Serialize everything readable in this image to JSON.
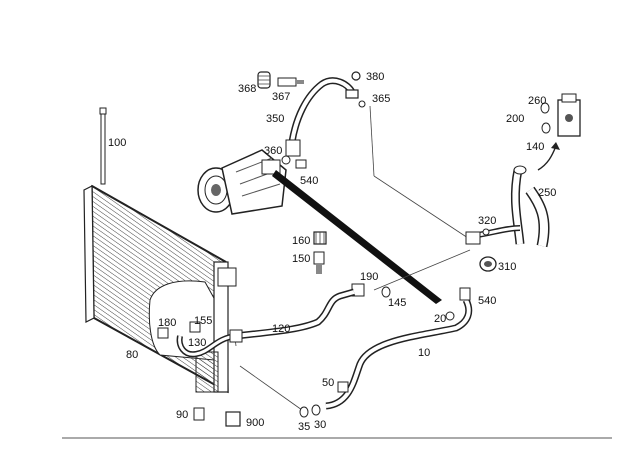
{
  "diagram": {
    "callouts": [
      {
        "id": "c100",
        "label": "100"
      },
      {
        "id": "c80",
        "label": "80"
      },
      {
        "id": "c368",
        "label": "368"
      },
      {
        "id": "c367",
        "label": "367"
      },
      {
        "id": "c380",
        "label": "380"
      },
      {
        "id": "c365",
        "label": "365"
      },
      {
        "id": "c350",
        "label": "350"
      },
      {
        "id": "c360",
        "label": "360"
      },
      {
        "id": "c540a",
        "label": "540"
      },
      {
        "id": "c260",
        "label": "260"
      },
      {
        "id": "c200",
        "label": "200"
      },
      {
        "id": "c140",
        "label": "140"
      },
      {
        "id": "c250",
        "label": "250"
      },
      {
        "id": "c320",
        "label": "320"
      },
      {
        "id": "c310",
        "label": "310"
      },
      {
        "id": "c160",
        "label": "160"
      },
      {
        "id": "c150",
        "label": "150"
      },
      {
        "id": "c190",
        "label": "190"
      },
      {
        "id": "c145",
        "label": "145"
      },
      {
        "id": "c540b",
        "label": "540"
      },
      {
        "id": "c20",
        "label": "20"
      },
      {
        "id": "c10",
        "label": "10"
      },
      {
        "id": "c180",
        "label": "180"
      },
      {
        "id": "c155",
        "label": "155"
      },
      {
        "id": "c130",
        "label": "130"
      },
      {
        "id": "c120",
        "label": "120"
      },
      {
        "id": "c50",
        "label": "50"
      },
      {
        "id": "c90",
        "label": "90"
      },
      {
        "id": "c900",
        "label": "900"
      },
      {
        "id": "c35",
        "label": "35"
      },
      {
        "id": "c30",
        "label": "30"
      }
    ]
  }
}
